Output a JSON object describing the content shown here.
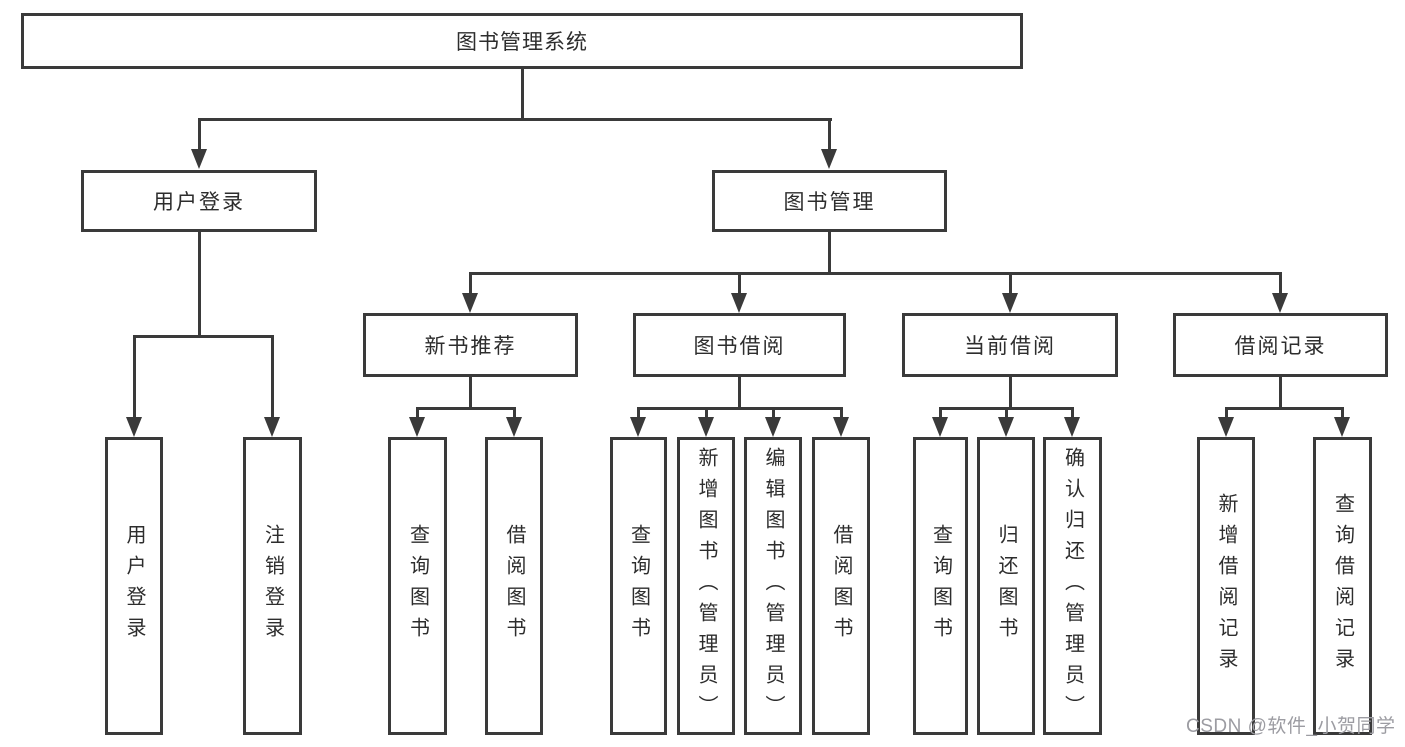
{
  "diagram": {
    "type": "hierarchy-chart",
    "colors": {
      "line": "#3a3a3a",
      "text": "#2d2d2d",
      "background": "#ffffff",
      "watermark": "#9c9ca2"
    },
    "tree": {
      "label": "图书管理系统",
      "children": [
        {
          "label": "用户登录",
          "children": [
            {
              "label": "用户登录"
            },
            {
              "label": "注销登录"
            }
          ]
        },
        {
          "label": "图书管理",
          "children": [
            {
              "label": "新书推荐",
              "children": [
                {
                  "label": "查询图书"
                },
                {
                  "label": "借阅图书"
                }
              ]
            },
            {
              "label": "图书借阅",
              "children": [
                {
                  "label": "查询图书"
                },
                {
                  "label": "新增图书（管理员）"
                },
                {
                  "label": "编辑图书（管理员）"
                },
                {
                  "label": "借阅图书"
                }
              ]
            },
            {
              "label": "当前借阅",
              "children": [
                {
                  "label": "查询图书"
                },
                {
                  "label": "归还图书"
                },
                {
                  "label": "确认归还（管理员）"
                }
              ]
            },
            {
              "label": "借阅记录",
              "children": [
                {
                  "label": "新增借阅记录"
                },
                {
                  "label": "查询借阅记录"
                }
              ]
            }
          ]
        }
      ]
    },
    "watermark": "CSDN @软件_小贺同学"
  }
}
